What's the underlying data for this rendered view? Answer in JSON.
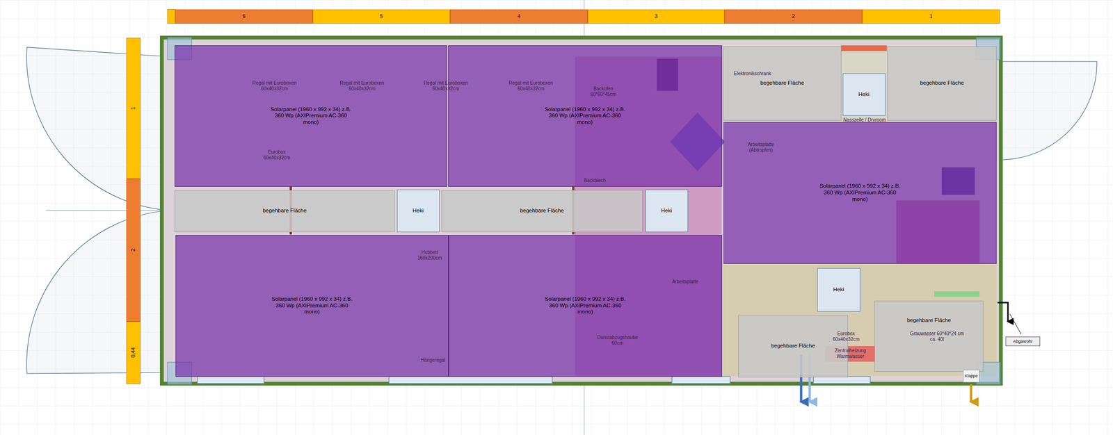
{
  "diagram": {
    "nodes": [
      {
        "text": [
          "6"
        ]
      },
      {
        "text": [
          "5"
        ]
      },
      {
        "text": [
          "4"
        ]
      },
      {
        "text": [
          "3"
        ]
      },
      {
        "text": [
          "2"
        ]
      },
      {
        "text": [
          "1"
        ]
      },
      {
        "text": [
          "1"
        ]
      },
      {
        "text": [
          "2"
        ]
      },
      {
        "text": [
          "0,44"
        ]
      },
      {
        "text": [
          "Solarpanel (1960 x 992 x 34) z.B. 360 Wp (AXIPremium AC-360 mono)"
        ]
      },
      {
        "text": [
          "Solarpanel (1960 x 992 x 34) z.B. 360 Wp (AXIPremium AC-360 mono)"
        ]
      },
      {
        "text": [
          "Solarpanel (1960 x 992 x 34) z.B. 360 Wp (AXIPremium AC-360 mono)"
        ]
      },
      {
        "text": [
          "Solarpanel (1960 x 992 x 34) z.B. 360 Wp (AXIPremium AC-360 mono)"
        ]
      },
      {
        "text": [
          "Solarpanel (1960 x 992 x 34) z.B. 360 Wp (AXIPremium AC-360 mono)"
        ]
      },
      {
        "text": [
          "begehbare Fläche"
        ]
      },
      {
        "text": [
          "Heki"
        ]
      },
      {
        "text": [
          "begehbare Fläche"
        ]
      },
      {
        "text": [
          "Heki"
        ]
      },
      {
        "text": [
          "begehbare Fläche"
        ]
      },
      {
        "text": [
          "Heki"
        ]
      },
      {
        "text": [
          "begehbare Fläche"
        ]
      },
      {
        "text": [
          "Heki"
        ]
      },
      {
        "text": [
          "begehbare Fläche"
        ]
      },
      {
        "text": [
          "begehbare Fläche"
        ]
      },
      {
        "text": [
          "Abgasrohr"
        ]
      },
      {
        "text": [
          "Klappe"
        ]
      }
    ],
    "labels": [
      "Regal mit Euroboxen 60x40x32cm",
      "Regal mit Euroboxen 60x40x32cm",
      "Regal mit Euroboxen 60x40x32cm",
      "Regal mit Euroboxen 60x40x32cm",
      "Eurobox 60x40x32cm",
      "Backofen 60*60*45cm",
      "Elektronikschrank",
      "Nasszelle / Dryroom",
      "Arbeitsplatte (Abtropfen)",
      "Backblech",
      "Hubbett 160x200cm",
      "Arbeitsplatte",
      "Dunstabzugshaube 60cm",
      "Hängeregal",
      "Grauwasser 60*40*24 cm ca. 40l",
      "Eurobox 60x40x32cm",
      "Zentralheizung Warmwasser"
    ]
  }
}
